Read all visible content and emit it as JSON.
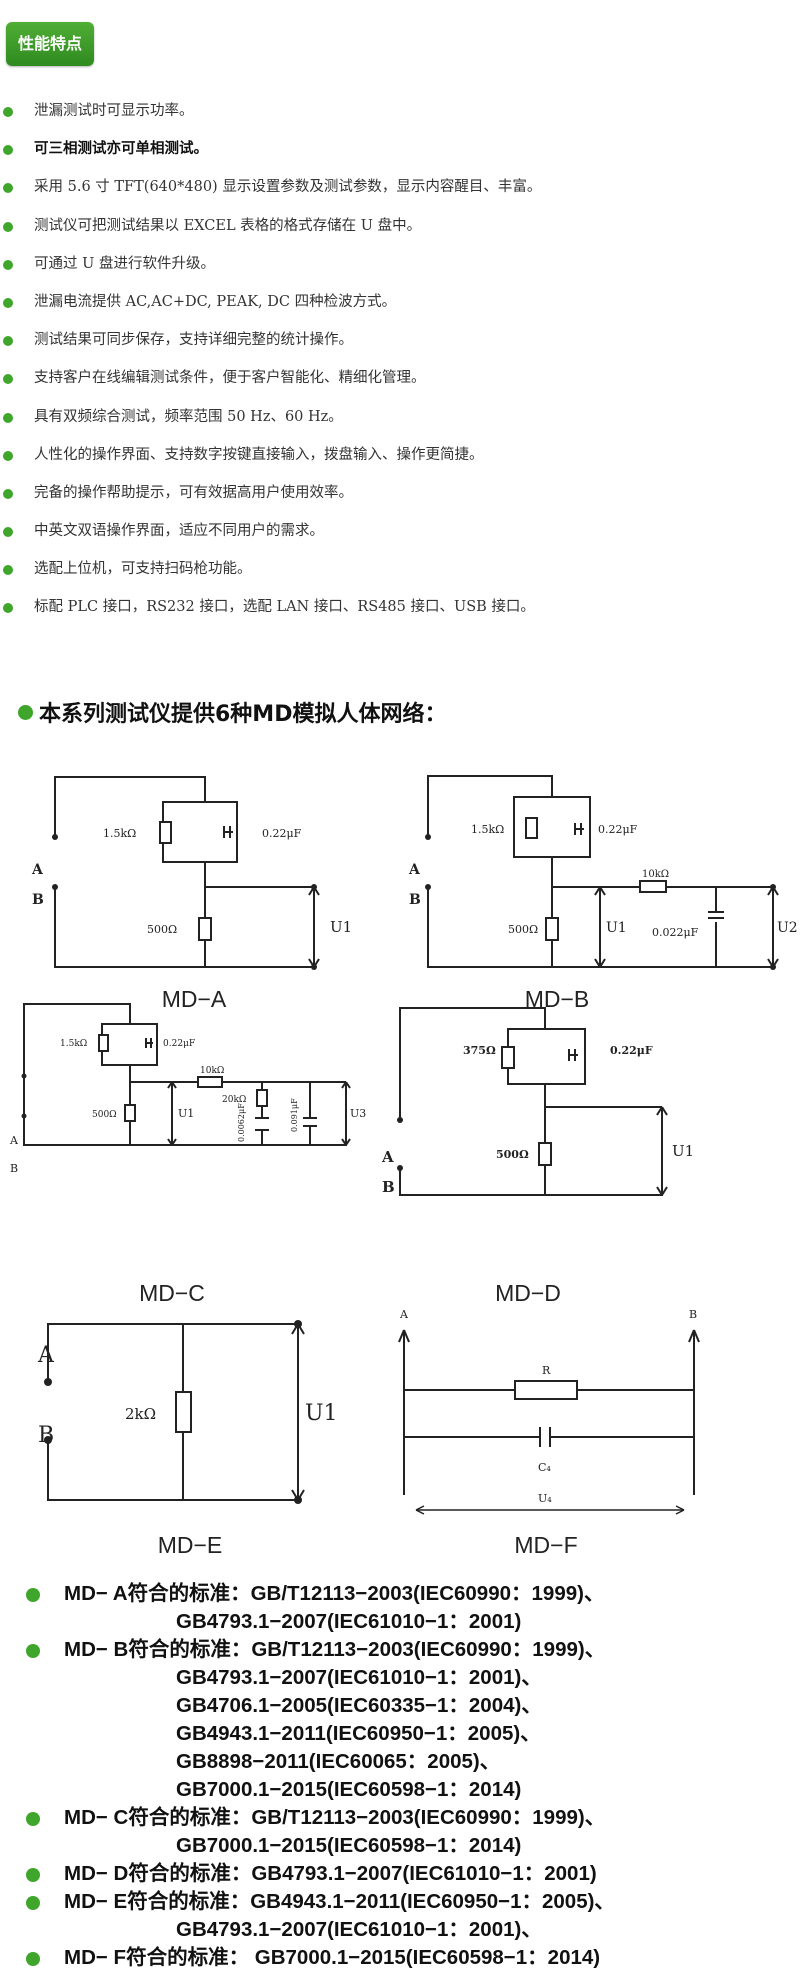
{
  "header": {
    "tag": "性能特点"
  },
  "features": [
    {
      "text": "泄漏测试时可显示功率。",
      "bold": false
    },
    {
      "text": "可三相测试亦可单相测试。",
      "bold": true
    },
    {
      "text": "采用 5.6 寸 TFT(640*480) 显示设置参数及测试参数，显示内容醒目、丰富。",
      "bold": false
    },
    {
      "text": "测试仪可把测试结果以 EXCEL 表格的格式存储在 U 盘中。",
      "bold": false
    },
    {
      "text": "可通过 U 盘进行软件升级。",
      "bold": false
    },
    {
      "text": "泄漏电流提供 AC,AC+DC, PEAK, DC 四种检波方式。",
      "bold": false
    },
    {
      "text": "测试结果可同步保存，支持详细完整的统计操作。",
      "bold": false
    },
    {
      "text": "支持客户在线编辑测试条件，便于客户智能化、精细化管理。",
      "bold": false
    },
    {
      "text": "具有双频综合测试，频率范围 50 Hz、60 Hz。",
      "bold": false
    },
    {
      "text": "人性化的操作界面、支持数字按键直接输入，拨盘输入、操作更简捷。",
      "bold": false
    },
    {
      "text": "完备的操作帮助提示，可有效据高用户使用效率。",
      "bold": false
    },
    {
      "text": "中英文双语操作界面，适应不同用户的需求。",
      "bold": false
    },
    {
      "text": "选配上位机，可支持扫码枪功能。",
      "bold": false
    },
    {
      "text": "标配 PLC 接口，RS232 接口，选配 LAN 接口、RS485 接口、USB 接口。",
      "bold": false
    }
  ],
  "section_title": "本系列测试仪提供6种MD模拟人体网络：",
  "circuits": {
    "md_a": {
      "caption": "MD−A",
      "node_a": "A",
      "node_b": "B",
      "r1": "1.5kΩ",
      "c1": "0.22μF",
      "r2": "500Ω",
      "out": "U1"
    },
    "md_b": {
      "caption": "MD−B",
      "node_a": "A",
      "node_b": "B",
      "r1": "1.5kΩ",
      "c1": "0.22μF",
      "r2": "500Ω",
      "out1": "U1",
      "r3": "10kΩ",
      "c2": "0.022μF",
      "out2": "U2"
    },
    "md_c": {
      "caption": "MD−C",
      "node_a": "A",
      "node_b": "B",
      "r1": "1.5kΩ",
      "c1": "0.22μF",
      "r2": "500Ω",
      "out1": "U1",
      "r3": "10kΩ",
      "r4": "20kΩ",
      "c2": "0.0062μF",
      "c3": "0.091μF",
      "out3": "U3"
    },
    "md_d": {
      "caption": "MD−D",
      "node_a": "A",
      "node_b": "B",
      "r1": "375Ω",
      "c1": "0.22μF",
      "r2": "500Ω",
      "out": "U1"
    },
    "md_e": {
      "caption": "MD−E",
      "node_a": "A",
      "node_b": "B",
      "r1": "2kΩ",
      "out": "U1"
    },
    "md_f": {
      "caption": "MD−F",
      "node_a": "A",
      "node_b": "B",
      "r": "R",
      "c": "C₄",
      "u": "U₄"
    }
  },
  "standards": [
    {
      "lines": [
        "MD− A符合的标准：GB/T12113−2003(IEC60990：1999)、",
        "GB4793.1−2007(IEC61010−1：2001)"
      ]
    },
    {
      "lines": [
        "MD− B符合的标准：GB/T12113−2003(IEC60990：1999)、",
        "GB4793.1−2007(IEC61010−1：2001)、",
        "GB4706.1−2005(IEC60335−1：2004)、",
        "GB4943.1−2011(IEC60950−1：2005)、",
        "GB8898−2011(IEC60065：2005)、",
        "GB7000.1−2015(IEC60598−1：2014)"
      ]
    },
    {
      "lines": [
        "MD− C符合的标准：GB/T12113−2003(IEC60990：1999)、",
        "GB7000.1−2015(IEC60598−1：2014)"
      ]
    },
    {
      "lines": [
        "MD− D符合的标准：GB4793.1−2007(IEC61010−1：2001)"
      ]
    },
    {
      "lines": [
        "MD− E符合的标准：GB4943.1−2011(IEC60950−1：2005)、",
        "GB4793.1−2007(IEC61010−1：2001)、"
      ]
    },
    {
      "lines": [
        "MD− F符合的标准： GB7000.1−2015(IEC60598−1：2014)"
      ]
    }
  ],
  "colors": {
    "accent": "#3fa62b"
  }
}
